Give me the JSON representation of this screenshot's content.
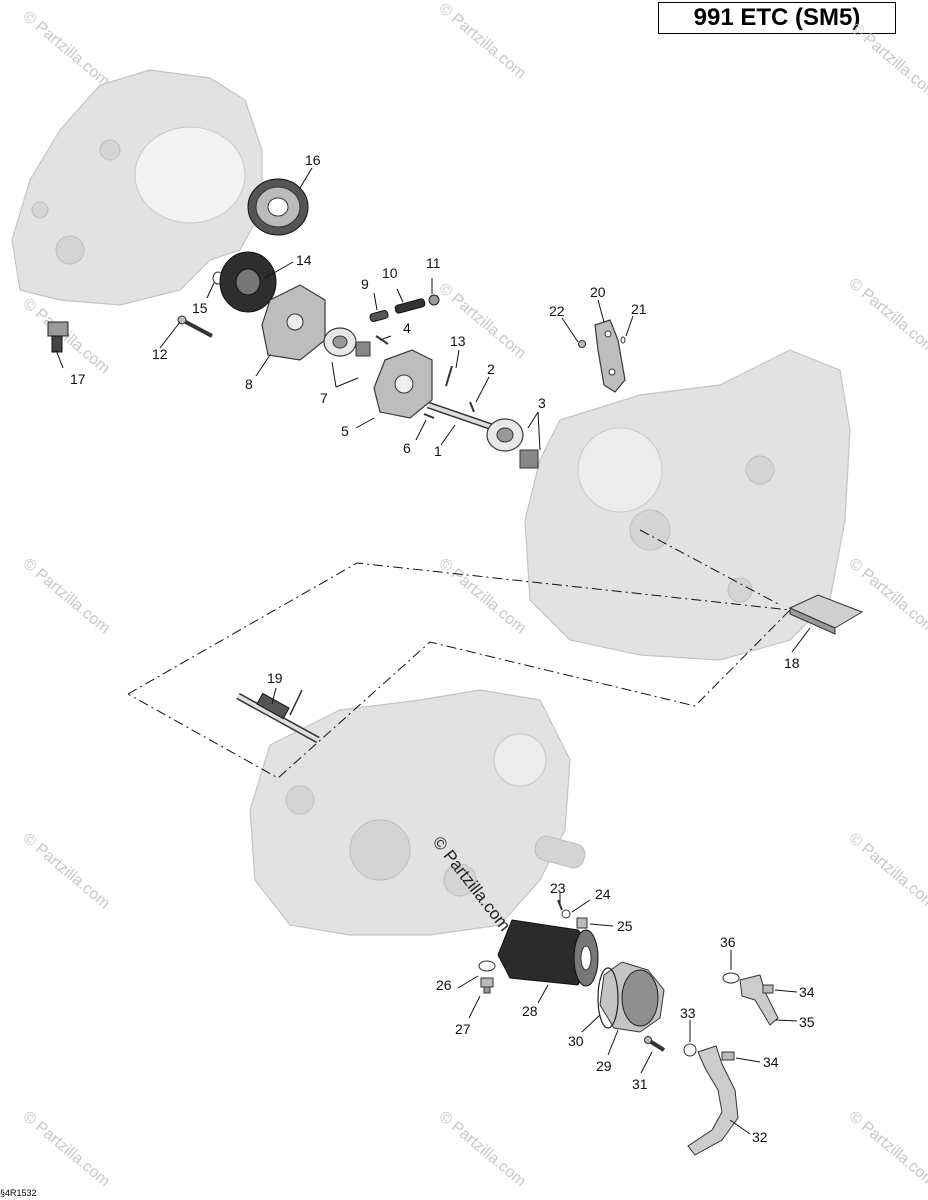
{
  "header": {
    "title": "991 ETC (SM5)"
  },
  "footer": {
    "reference_code": "§4R1532"
  },
  "watermark": {
    "text": "© Partzilla.com",
    "center_text": "© Partzilla.com"
  },
  "callouts": [
    {
      "id": "1",
      "label": "1"
    },
    {
      "id": "2",
      "label": "2"
    },
    {
      "id": "3",
      "label": "3"
    },
    {
      "id": "4",
      "label": "4"
    },
    {
      "id": "5",
      "label": "5"
    },
    {
      "id": "6",
      "label": "6"
    },
    {
      "id": "7",
      "label": "7"
    },
    {
      "id": "8",
      "label": "8"
    },
    {
      "id": "9",
      "label": "9"
    },
    {
      "id": "10",
      "label": "10"
    },
    {
      "id": "11",
      "label": "11"
    },
    {
      "id": "12",
      "label": "12"
    },
    {
      "id": "13",
      "label": "13"
    },
    {
      "id": "14",
      "label": "14"
    },
    {
      "id": "15",
      "label": "15"
    },
    {
      "id": "16",
      "label": "16"
    },
    {
      "id": "17",
      "label": "17"
    },
    {
      "id": "18",
      "label": "18"
    },
    {
      "id": "19",
      "label": "19"
    },
    {
      "id": "20",
      "label": "20"
    },
    {
      "id": "21",
      "label": "21"
    },
    {
      "id": "22",
      "label": "22"
    },
    {
      "id": "23",
      "label": "23"
    },
    {
      "id": "24",
      "label": "24"
    },
    {
      "id": "25",
      "label": "25"
    },
    {
      "id": "26",
      "label": "26"
    },
    {
      "id": "27",
      "label": "27"
    },
    {
      "id": "28",
      "label": "28"
    },
    {
      "id": "29",
      "label": "29"
    },
    {
      "id": "30",
      "label": "30"
    },
    {
      "id": "31",
      "label": "31"
    },
    {
      "id": "32",
      "label": "32"
    },
    {
      "id": "33",
      "label": "33"
    },
    {
      "id": "34a",
      "label": "34"
    },
    {
      "id": "34b",
      "label": "34"
    },
    {
      "id": "35",
      "label": "35"
    },
    {
      "id": "36",
      "label": "36"
    }
  ]
}
